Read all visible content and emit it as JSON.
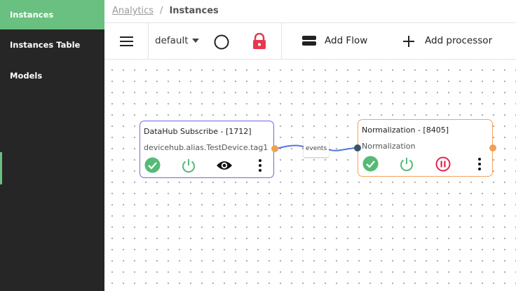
{
  "sidebar": {
    "items": [
      {
        "label": "Instances",
        "active": true
      },
      {
        "label": "Instances Table",
        "active": false
      },
      {
        "label": "Models",
        "active": false
      }
    ]
  },
  "breadcrumb": {
    "parent": "Analytics",
    "separator": "/",
    "current": "Instances"
  },
  "toolbar": {
    "menu_icon": "hamburger-menu-icon",
    "namespace_value": "default",
    "status_icon": "circle-outline-icon",
    "lock_icon": "lock-icon",
    "add_flow_label": "Add Flow",
    "add_flow_icon": "flow-icon",
    "add_processor_label": "Add processor",
    "add_processor_icon": "plus-icon"
  },
  "nodes": [
    {
      "title": "DataHub Subscribe - [1712]",
      "subtitle": "devicehub.alias.TestDevice.tag1",
      "border_color": "#6b6be0",
      "actions": [
        "check-circle-icon",
        "power-icon",
        "eye-icon",
        "more-vertical-icon"
      ]
    },
    {
      "title": "Normalization - [8405]",
      "subtitle": "Normalization",
      "border_color": "#f5a25d",
      "actions": [
        "check-circle-icon",
        "power-icon",
        "pause-circle-icon",
        "more-vertical-icon"
      ]
    }
  ],
  "edge": {
    "label": "events"
  },
  "colors": {
    "sidebar_bg": "#262626",
    "accent_green": "#69c080",
    "lock_red": "#e53950",
    "port_orange": "#f0a050",
    "edge_blue": "#5577dd",
    "pause_red": "#e0264f"
  }
}
